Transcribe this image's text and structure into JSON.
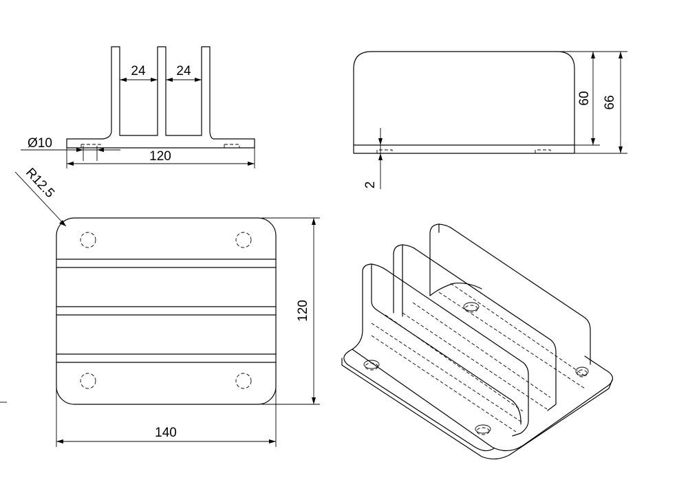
{
  "dimensions": {
    "slot_width_left": "24",
    "slot_width_right": "24",
    "hole_diameter": "Ø10",
    "base_width_front": "120",
    "height_inner": "60",
    "height_total": "66",
    "base_thickness": "2",
    "corner_radius": "R12.5",
    "base_depth": "120",
    "base_length": "140"
  }
}
